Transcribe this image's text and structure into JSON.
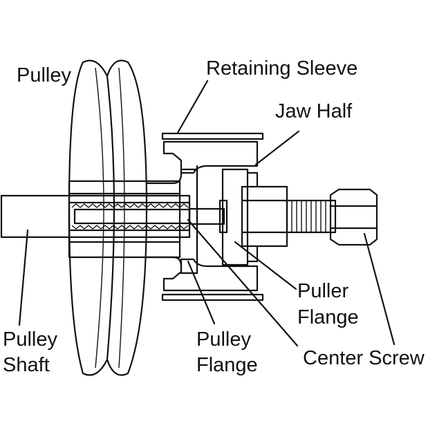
{
  "diagram": {
    "labels": {
      "pulley": "Pulley",
      "retaining_sleeve": "Retaining Sleeve",
      "jaw_half": "Jaw Half",
      "puller_flange_1": "Puller",
      "puller_flange_2": "Flange",
      "pulley_shaft_1": "Pulley",
      "pulley_shaft_2": "Shaft",
      "pulley_flange_1": "Pulley",
      "pulley_flange_2": "Flange",
      "center_screw": "Center Screw"
    },
    "colors": {
      "line": "#111111",
      "background": "#ffffff"
    }
  }
}
